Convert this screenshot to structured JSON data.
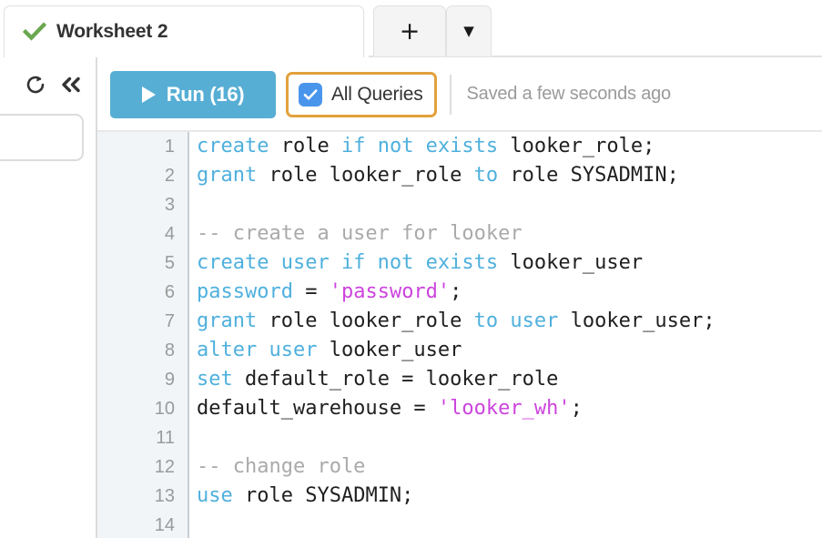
{
  "tabs": {
    "active": {
      "label": "Worksheet 2",
      "status_icon": "green-check-icon"
    },
    "add_label": "+",
    "menu_label": "▼"
  },
  "left_panel": {
    "refresh_icon": "refresh-icon",
    "collapse_icon": "double-chevron-left-icon",
    "search_value": "",
    "search_placeholder": ""
  },
  "toolbar": {
    "run_label": "Run (16)",
    "run_color": "#57aed4",
    "play_icon": "play-triangle-icon",
    "all_queries_label": "All Queries",
    "all_queries_checked": true,
    "checkbox_color": "#4a95ec",
    "focus_ring_color": "#e2a13c",
    "saved_text": "Saved a few seconds ago"
  },
  "editor": {
    "gutter_bg": "#f1f5f8",
    "keyword_color": "#4fb0dd",
    "comment_color": "#aaaaaa",
    "string_color": "#cc44dd",
    "text_color": "#1f1f1f",
    "lines": [
      {
        "n": "1",
        "tokens": [
          {
            "t": "create",
            "c": "kw"
          },
          {
            "t": " role ",
            "c": "pun"
          },
          {
            "t": "if not exists",
            "c": "kw"
          },
          {
            "t": " looker_role;",
            "c": "pun"
          }
        ]
      },
      {
        "n": "2",
        "tokens": [
          {
            "t": "grant",
            "c": "kw"
          },
          {
            "t": " role looker_role ",
            "c": "pun"
          },
          {
            "t": "to",
            "c": "kw"
          },
          {
            "t": " role SYSADMIN;",
            "c": "pun"
          }
        ]
      },
      {
        "n": "3",
        "tokens": []
      },
      {
        "n": "4",
        "tokens": [
          {
            "t": "-- create a user for looker",
            "c": "cmt"
          }
        ]
      },
      {
        "n": "5",
        "tokens": [
          {
            "t": "create user if not exists",
            "c": "kw"
          },
          {
            "t": " looker_user",
            "c": "pun"
          }
        ]
      },
      {
        "n": "6",
        "tokens": [
          {
            "t": "password",
            "c": "kw"
          },
          {
            "t": " = ",
            "c": "pun"
          },
          {
            "t": "'password'",
            "c": "str"
          },
          {
            "t": ";",
            "c": "pun"
          }
        ]
      },
      {
        "n": "7",
        "tokens": [
          {
            "t": "grant",
            "c": "kw"
          },
          {
            "t": " role looker_role ",
            "c": "pun"
          },
          {
            "t": "to user",
            "c": "kw"
          },
          {
            "t": " looker_user;",
            "c": "pun"
          }
        ]
      },
      {
        "n": "8",
        "tokens": [
          {
            "t": "alter user",
            "c": "kw"
          },
          {
            "t": " looker_user",
            "c": "pun"
          }
        ]
      },
      {
        "n": "9",
        "tokens": [
          {
            "t": "set",
            "c": "kw"
          },
          {
            "t": " default_role = looker_role",
            "c": "pun"
          }
        ]
      },
      {
        "n": "10",
        "tokens": [
          {
            "t": "default_warehouse = ",
            "c": "pun"
          },
          {
            "t": "'looker_wh'",
            "c": "str"
          },
          {
            "t": ";",
            "c": "pun"
          }
        ]
      },
      {
        "n": "11",
        "tokens": []
      },
      {
        "n": "12",
        "tokens": [
          {
            "t": "-- change role",
            "c": "cmt"
          }
        ]
      },
      {
        "n": "13",
        "tokens": [
          {
            "t": "use",
            "c": "kw"
          },
          {
            "t": " role SYSADMIN;",
            "c": "pun"
          }
        ]
      },
      {
        "n": "14",
        "tokens": []
      }
    ]
  }
}
